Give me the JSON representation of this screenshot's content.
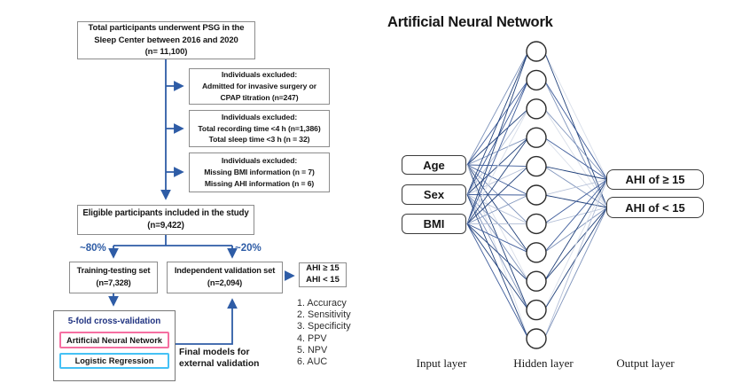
{
  "flowchart": {
    "box_psg": "Total participants underwent PSG in the\nSleep Center between 2016 and 2020\n(n= 11,100)",
    "box_excluded_surgery": "Individuals excluded:\nAdmitted for invasive surgery or\nCPAP titration (n=247)",
    "box_excluded_time": "Individuals excluded:\nTotal recording time <4 h (n=1,386)\nTotal sleep time <3 h (n = 32)",
    "box_excluded_missing": "Individuals excluded:\nMissing BMI information (n = 7)\nMissing AHI information (n = 6)",
    "box_eligible": "Eligible participants included in the study\n(n=9,422)",
    "label_80pct": "~80%",
    "label_20pct": "~20%",
    "box_training": "Training-testing set\n(n=7,328)",
    "box_validation": "Independent validation set\n(n=2,094)",
    "box_ahi_outcome": "AHI ≥ 15\nAHI < 15",
    "metrics": [
      "1. Accuracy",
      "2. Sensitivity",
      "3. Specificity",
      "4. PPV",
      "5. NPV",
      "6. AUC"
    ],
    "cv_title": "5-fold cross-validation",
    "box_ann_model": "Artificial Neural Network",
    "box_lr_model": "Logistic Regression",
    "label_final_models": "Final models for\nexternal validation"
  },
  "network": {
    "title": "Artificial Neural Network",
    "inputs": [
      "Age",
      "Sex",
      "BMI"
    ],
    "hidden_count": 11,
    "outputs": [
      "AHI of ≥ 15",
      "AHI of < 15"
    ],
    "layer_labels": [
      "Input layer",
      "Hidden layer",
      "Output layer"
    ]
  },
  "colors": {
    "arrow_blue": "#2e5ca6",
    "cv_blue": "#1f3280",
    "ann_pink": "#f56fa1",
    "lr_cyan": "#45c1f5",
    "box_gray": "#8c8c8c",
    "edge_palette": [
      "#20407a",
      "#3f5d9b",
      "#7e93bb",
      "#b3bfd7",
      "#d8dee9"
    ]
  }
}
